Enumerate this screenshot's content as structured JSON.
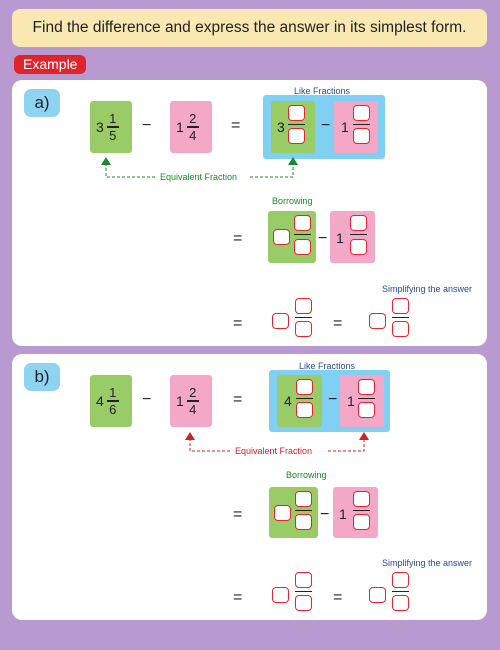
{
  "instruction": "Find the difference and express the answer in its simplest form.",
  "example_label": "Example",
  "like_fractions_label": "Like Fractions",
  "borrowing_label": "Borrowing",
  "simplifying_label": "Simplifying the answer",
  "equivalent_fraction_label": "Equivalent Fraction",
  "minus": "−",
  "equals": "=",
  "part_a": {
    "label": "a)",
    "first": {
      "whole": "3",
      "num": "1",
      "den": "5"
    },
    "second": {
      "whole": "1",
      "num": "2",
      "den": "4"
    },
    "like_first_whole": "3",
    "like_second_whole": "1",
    "borrow_second_whole": "1"
  },
  "part_b": {
    "label": "b)",
    "first": {
      "whole": "4",
      "num": "1",
      "den": "6"
    },
    "second": {
      "whole": "1",
      "num": "2",
      "den": "4"
    },
    "like_first_whole": "4",
    "like_second_whole": "1",
    "borrow_second_whole": "1"
  },
  "colors": {
    "background": "#b99ad0",
    "header": "#f9e8b2",
    "example": "#e0242c",
    "green": "#99cc66",
    "pink": "#f4a8c8",
    "blue": "#7fd0f2",
    "answer_box_border": "#e2262a"
  }
}
